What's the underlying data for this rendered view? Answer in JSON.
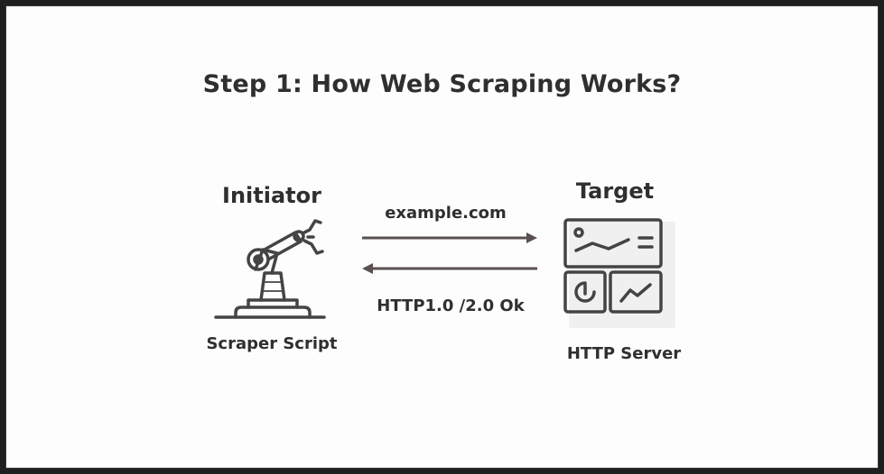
{
  "title": "Step 1: How Web Scraping Works?",
  "initiator": {
    "heading": "Initiator",
    "caption": "Scraper Script",
    "icon": "robotic-arm-icon"
  },
  "target": {
    "heading": "Target",
    "caption": "HTTP Server",
    "icon": "dashboard-screen-icon"
  },
  "request": {
    "label": "example.com",
    "direction": "right"
  },
  "response": {
    "label": "HTTP1.0 /2.0 Ok",
    "direction": "left"
  },
  "colors": {
    "text": "#2f2f2f",
    "arrow": "#5a5050",
    "icon": "#444444"
  }
}
